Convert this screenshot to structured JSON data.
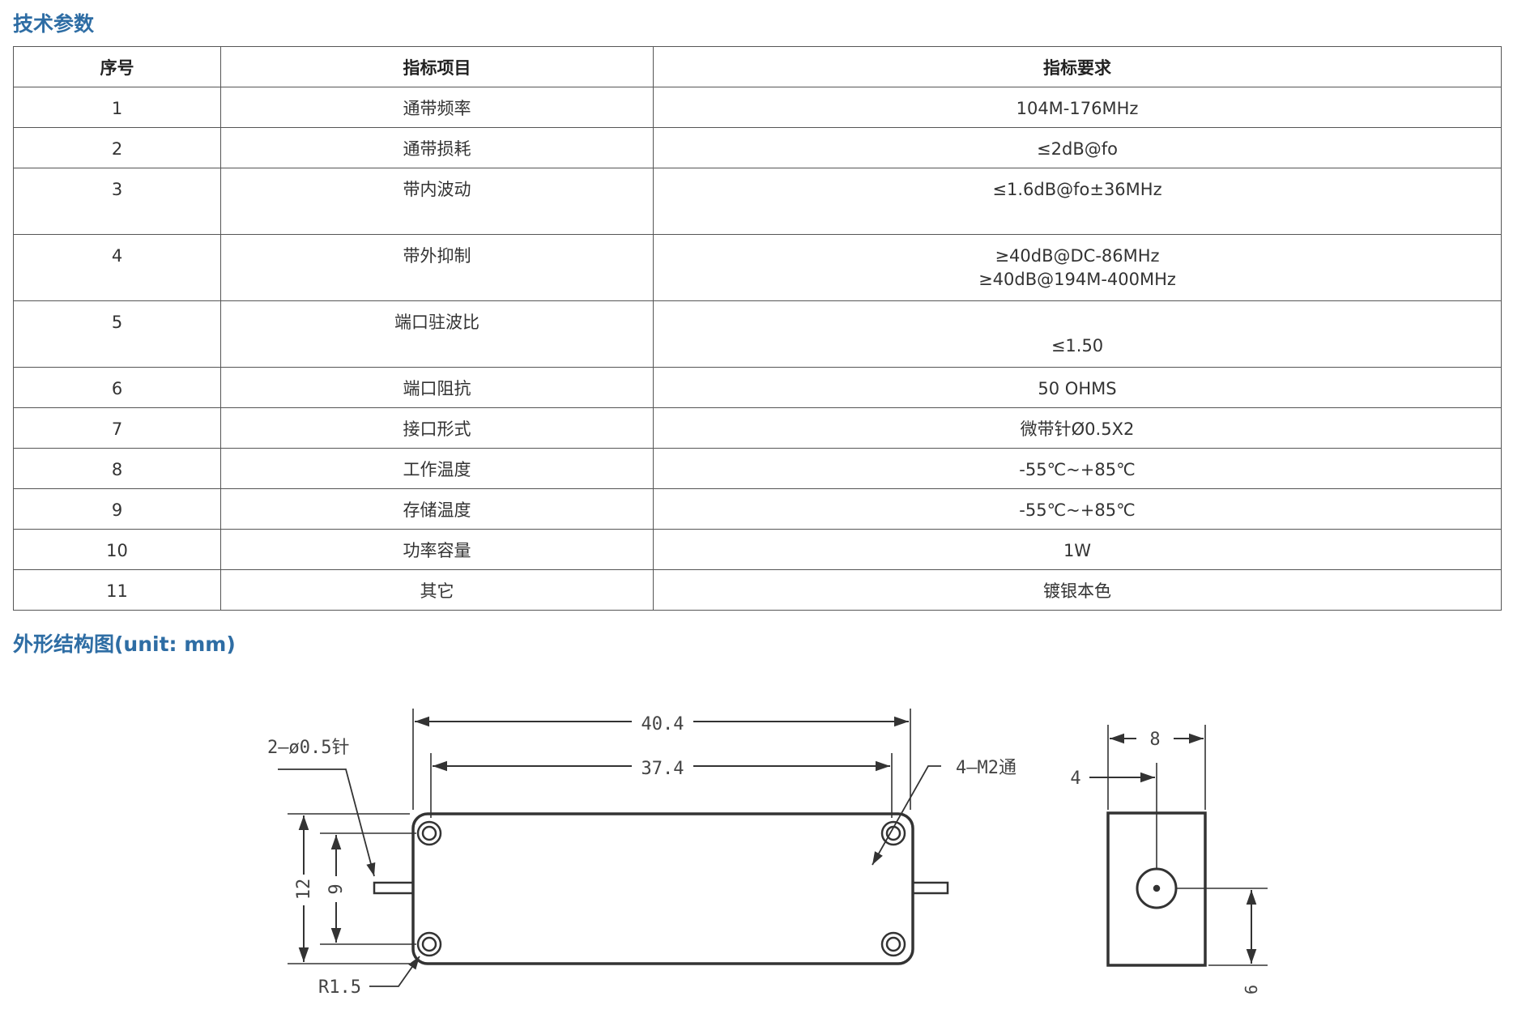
{
  "section1": {
    "title": "技术参数"
  },
  "table": {
    "headers": [
      "序号",
      "指标项目",
      "指标要求"
    ],
    "rows": [
      {
        "no": "1",
        "item": "通带频率",
        "req": [
          "104M-176MHz"
        ]
      },
      {
        "no": "2",
        "item": "通带损耗",
        "req": [
          "≤2dB@fo"
        ]
      },
      {
        "no": "3",
        "item": "带内波动",
        "req": [
          "≤1.6dB@fo±36MHz"
        ]
      },
      {
        "no": "4",
        "item": "带外抑制",
        "req": [
          "≥40dB@DC-86MHz",
          "≥40dB@194M-400MHz"
        ]
      },
      {
        "no": "5",
        "item": "端口驻波比",
        "req": [
          "≤1.50"
        ]
      },
      {
        "no": "6",
        "item": "端口阻抗",
        "req": [
          "50 OHMS"
        ]
      },
      {
        "no": "7",
        "item": "接口形式",
        "req": [
          "微带针Ø0.5X2"
        ]
      },
      {
        "no": "8",
        "item": "工作温度",
        "req": [
          "-55℃~+85℃"
        ]
      },
      {
        "no": "9",
        "item": "存储温度",
        "req": [
          "-55℃~+85℃"
        ]
      },
      {
        "no": "10",
        "item": "功率容量",
        "req": [
          "1W"
        ]
      },
      {
        "no": "11",
        "item": "其它",
        "req": [
          "镀银本色"
        ]
      }
    ]
  },
  "section2": {
    "title": "外形结构图(unit: mm)"
  },
  "drawing": {
    "overall_length": "40.4",
    "hole_spacing": "37.4",
    "pin_label": "2–ø0.5针",
    "hole_label": "4–M2通",
    "height": "12",
    "hole_height": "9",
    "radius": "R1.5",
    "side_width": "8",
    "side_offset": "4",
    "side_pin_height": "6"
  }
}
